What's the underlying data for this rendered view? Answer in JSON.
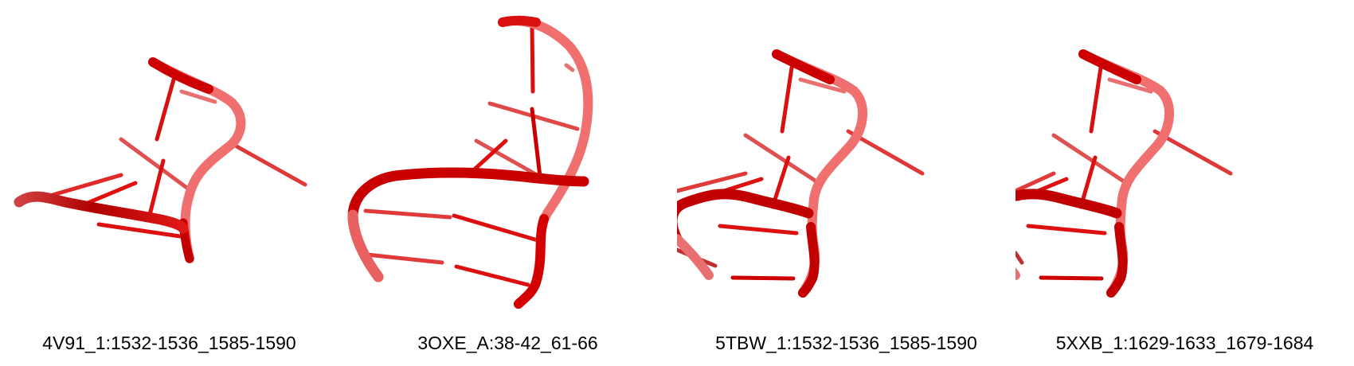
{
  "colors": {
    "backbone_dark": "#c00000",
    "backbone_light": "#ff6a6a",
    "base_red": "#e01010",
    "base_faded": "#e85a5a"
  },
  "structures": [
    {
      "label": "4V91_1:1532-1536_1585-1590"
    },
    {
      "label": "3OXE_A:38-42_61-66"
    },
    {
      "label": "5TBW_1:1532-1536_1585-1590"
    },
    {
      "label": "5XXB_1:1629-1633_1679-1684"
    }
  ]
}
